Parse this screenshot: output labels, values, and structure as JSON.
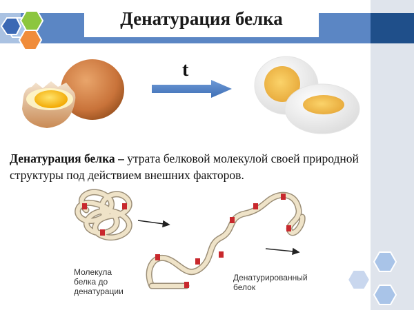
{
  "slide": {
    "title": "Денатурация белка",
    "arrow_label": "t",
    "definition": {
      "term": "Денатурация белка",
      "dash": " – ",
      "text": "утрата белковой молекулой своей природной структуры под действием внешних факторов."
    },
    "diagram": {
      "label_before": "Молекула\nбелка до\nденатурации",
      "label_after": "Денатурированный\nбелок"
    }
  },
  "icons": {
    "raw_egg": "raw-egg-image",
    "boiled_egg": "boiled-egg-image",
    "heat_arrow": "right-arrow-icon"
  },
  "colors": {
    "accent_blue": "#5b86c4",
    "dark_blue": "#1f4f8a",
    "green_hex": "#8cc63f",
    "orange_hex": "#f08c3a",
    "light_blue_hex": "#a9c4e8",
    "protein_chain": "#efe3c8",
    "marker_red": "#c8282d"
  }
}
